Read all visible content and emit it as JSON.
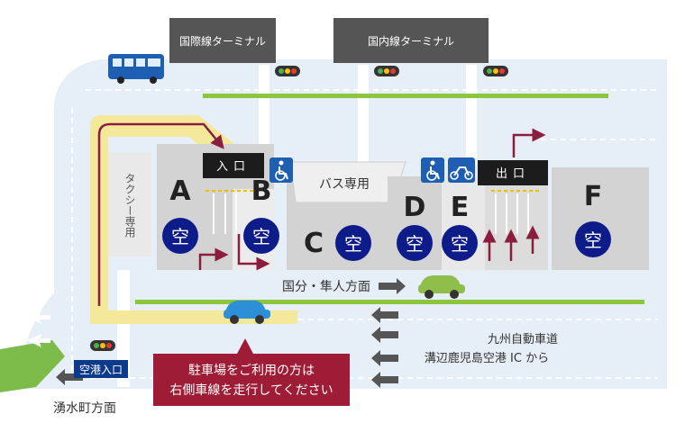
{
  "terminals": {
    "international": "国際線ターミナル",
    "domestic": "国内線ターミナル"
  },
  "gates": {
    "entrance": "入口",
    "exit": "出口"
  },
  "lots": {
    "a": {
      "letter": "A",
      "status": "空"
    },
    "b": {
      "letter": "B",
      "status": "空"
    },
    "c": {
      "letter": "C",
      "status": "空"
    },
    "d": {
      "letter": "D",
      "status": "空"
    },
    "e": {
      "letter": "E",
      "status": "空"
    },
    "f": {
      "letter": "F",
      "status": "空"
    }
  },
  "labels": {
    "bus_only": "バス専用",
    "taxi_only": "タクシー専用",
    "kokubu_direction": "国分・隼人方面",
    "expressway_line1": "九州自動車道",
    "expressway_line2": "溝辺鹿児島空港 IC から",
    "airport_entrance": "空港入口",
    "yusuicho_direction": "湧水町方面"
  },
  "notice": {
    "line1": "駐車場をご利用の方は",
    "line2": "右側車線を走行してください"
  },
  "colors": {
    "road": "#e6eef7",
    "lot": "#d3d3d3",
    "badge_navy": "#0e1c8a",
    "building": "#555555",
    "route_maroon": "#8b1e3f",
    "yellow_lane": "#f4e89a",
    "green_median": "#8cc63f",
    "notice_bg": "#9e1c36"
  },
  "icons": [
    "bus-icon",
    "wheelchair-icon",
    "motorcycle-icon",
    "traffic-light-icon",
    "car-icon"
  ]
}
